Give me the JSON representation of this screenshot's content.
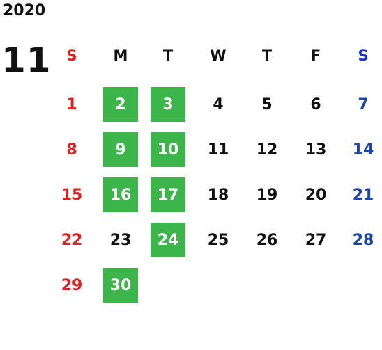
{
  "year": "2020",
  "month": "11",
  "colors": {
    "sunday": "#e02020",
    "saturday": "#1a45b0",
    "saturday_header": "#1a2fd8",
    "weekday": "#111111",
    "highlight_bg": "#3cb54a",
    "highlight_text": "#ffffff"
  },
  "weekdays": [
    "S",
    "M",
    "T",
    "W",
    "T",
    "F",
    "S"
  ],
  "weeks": [
    [
      "1",
      "2",
      "3",
      "4",
      "5",
      "6",
      "7"
    ],
    [
      "8",
      "9",
      "10",
      "11",
      "12",
      "13",
      "14"
    ],
    [
      "15",
      "16",
      "17",
      "18",
      "19",
      "20",
      "21"
    ],
    [
      "22",
      "23",
      "24",
      "25",
      "26",
      "27",
      "28"
    ],
    [
      "29",
      "30",
      "",
      "",
      "",
      "",
      ""
    ]
  ],
  "highlighted_days": [
    "2",
    "3",
    "9",
    "10",
    "16",
    "17",
    "24",
    "30"
  ]
}
